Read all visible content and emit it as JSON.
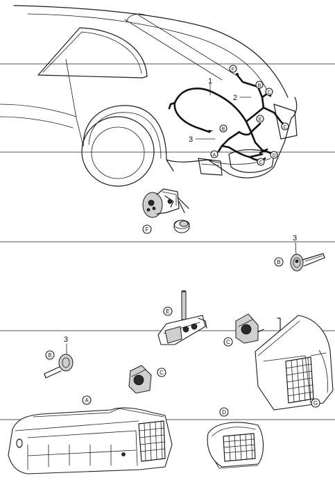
{
  "callouts": {
    "num1": "1",
    "num2": "2",
    "num3a": "3",
    "num3b": "3",
    "num3c": "3",
    "harness_A": "A",
    "harness_B_top": "B",
    "harness_B_mid": "B",
    "harness_C1": "C",
    "harness_C2": "C",
    "harness_C3": "C",
    "harness_D": "D",
    "harness_E": "E",
    "harness_F": "F",
    "part_F": "F",
    "part_B_right": "B",
    "part_E": "E",
    "part_C_right": "C",
    "part_B_left": "B",
    "part_C_left": "C",
    "part_G": "G",
    "part_A": "A",
    "part_D": "D"
  },
  "colors": {
    "line": "#1a1a1a",
    "rule": "#555555",
    "background": "#ffffff"
  }
}
